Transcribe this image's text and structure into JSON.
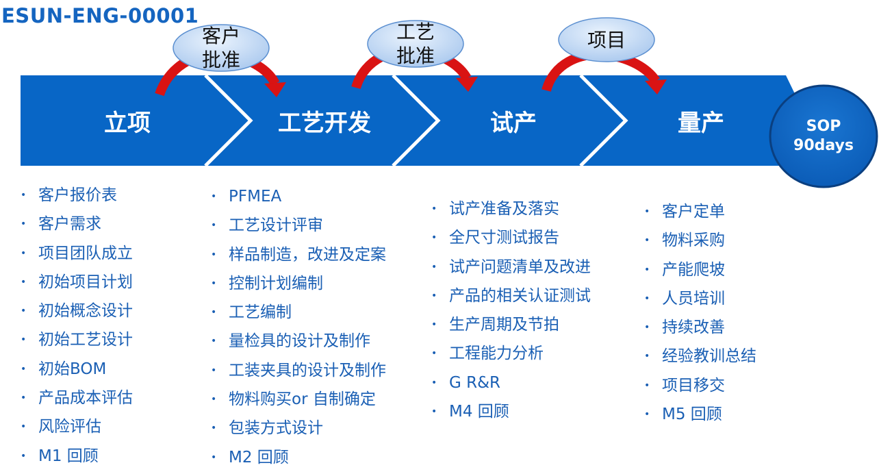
{
  "doc_id": "ESUN-ENG-00001",
  "colors": {
    "band": "#0866c6",
    "band_dark": "#0a4f9c",
    "bubble": "#c9def7",
    "arrow": "#d91313",
    "text": "#1a5fb4"
  },
  "phases": [
    {
      "label": "立项"
    },
    {
      "label": "工艺开发"
    },
    {
      "label": "试产"
    },
    {
      "label": "量产"
    }
  ],
  "sop": {
    "line1": "SOP",
    "line2": "90days"
  },
  "gates": [
    {
      "line1": "客户",
      "line2": "批准"
    },
    {
      "line1": "工艺",
      "line2": "批准"
    },
    {
      "line1": "项目",
      "line2": ""
    }
  ],
  "columns": [
    {
      "items": [
        "客户报价表",
        "客户需求",
        "项目团队成立",
        "初始项目计划",
        "初始概念设计",
        "初始工艺设计",
        "初始BOM",
        "产品成本评估",
        "风险评估",
        "M1  回顾"
      ]
    },
    {
      "items": [
        "PFMEA",
        "工艺设计评审",
        "样品制造，改进及定案",
        "控制计划编制",
        "工艺编制",
        "量检具的设计及制作",
        "工装夹具的设计及制作",
        "物料购买or 自制确定",
        "包装方式设计",
        "M2 回顾"
      ]
    },
    {
      "items": [
        "试产准备及落实",
        "全尺寸测试报告",
        "试产问题清单及改进",
        "产品的相关认证测试",
        "生产周期及节拍",
        "工程能力分析",
        "G R&R",
        "M4 回顾"
      ]
    },
    {
      "items": [
        "客户定单",
        "物料采购",
        "产能爬坡",
        "人员培训",
        "持续改善",
        "经验教训总结",
        "项目移交",
        "M5  回顾"
      ]
    }
  ]
}
